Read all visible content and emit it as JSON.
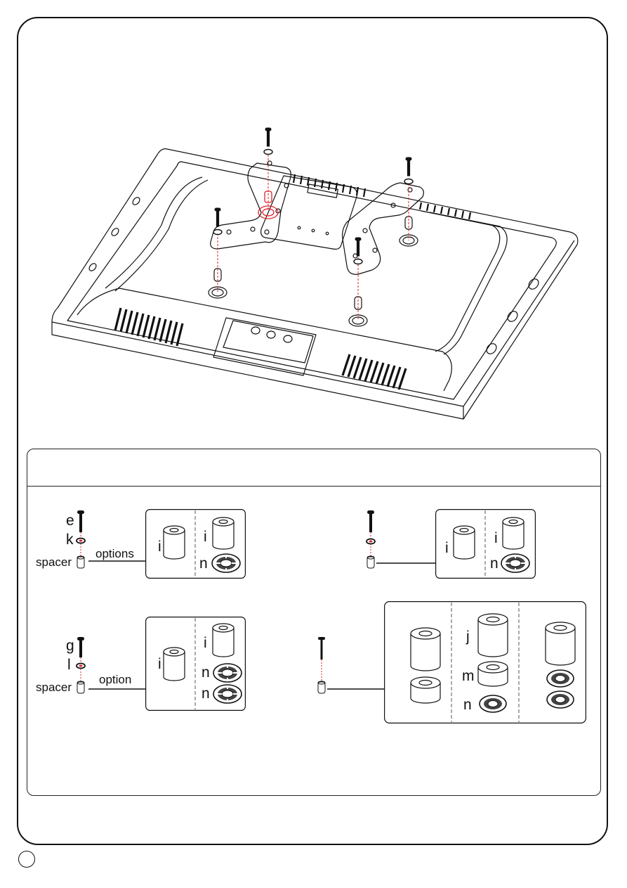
{
  "labels": {
    "e": "e",
    "k": "k",
    "g": "g",
    "l": "l",
    "i": "i",
    "j": "j",
    "m": "m",
    "n": "n",
    "spacer": "spacer",
    "options": "options",
    "option": "option"
  },
  "colors": {
    "line": "#111111",
    "highlight": "#e0202a"
  },
  "icons": [
    "screw-icon",
    "washer-icon",
    "spacer-icon",
    "base-ring-icon",
    "tv-back-illustration"
  ]
}
